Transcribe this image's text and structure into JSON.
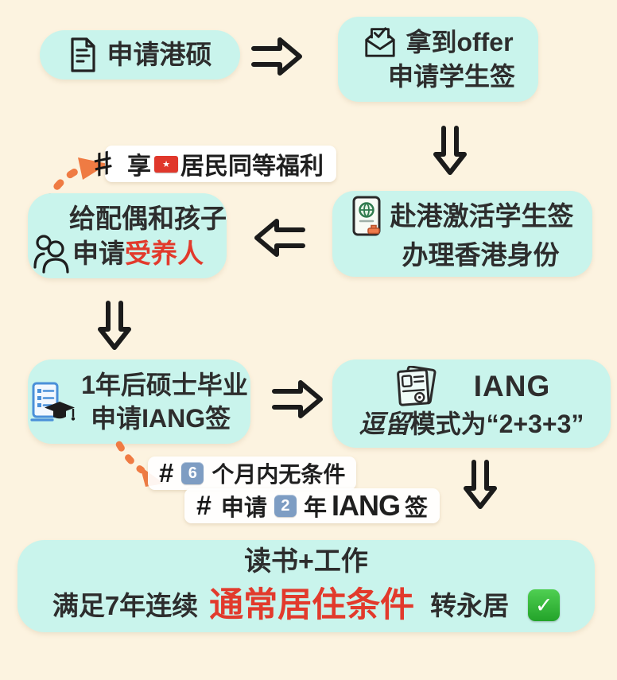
{
  "colors": {
    "background": "#fcf3e0",
    "box_fill": "#c9f4ec",
    "text": "#2d2d2d",
    "highlight_red": "#e23a2c",
    "dashed_arrow_orange": "#ef7b43",
    "keycap_blue": "#7e9dc3",
    "check_green": "#2fb637",
    "hk_flag_red": "#e0372b",
    "tag_background": "#ffffff"
  },
  "flow": {
    "apply": {
      "icon": "document-icon",
      "label": "申请港硕"
    },
    "offer": {
      "icon": "open-envelope-check-icon",
      "line1": "拿到offer",
      "line2": "申请学生签"
    },
    "activate": {
      "icon": "passport-stamp-icon",
      "line1": "赴港激活学生签",
      "line2": "办理香港身份"
    },
    "dependent": {
      "icon": "family-icon",
      "line1": "给配偶和孩子",
      "line2_prefix": "申请",
      "line2_highlight": "受养人"
    },
    "grad": {
      "icon": "graduation-doc-icon",
      "line1": "1年后硕士毕业",
      "line2": "申请IANG签"
    },
    "iang": {
      "icon": "id-card-icon",
      "title": "IANG",
      "line2_italic": "逗留",
      "line2_rest": "模式为“2+3+3”"
    },
    "permanent": {
      "line1": "读书+工作",
      "line2_prefix": "满足7年连续",
      "line2_highlight": "通常居住条件",
      "line2_suffix": "转永居",
      "check_glyph": "✓"
    }
  },
  "tags": {
    "benefit": {
      "hash": "#",
      "pre": "享",
      "flag_glyph": "★",
      "post": "居民同等福利"
    },
    "six_months": {
      "hash": "#",
      "keycap": "6",
      "text": "个月内无条件"
    },
    "two_years": {
      "hash": "#",
      "pre": "申请",
      "keycap": "2",
      "mid": "年",
      "brand": "IANG",
      "post": "签"
    }
  }
}
